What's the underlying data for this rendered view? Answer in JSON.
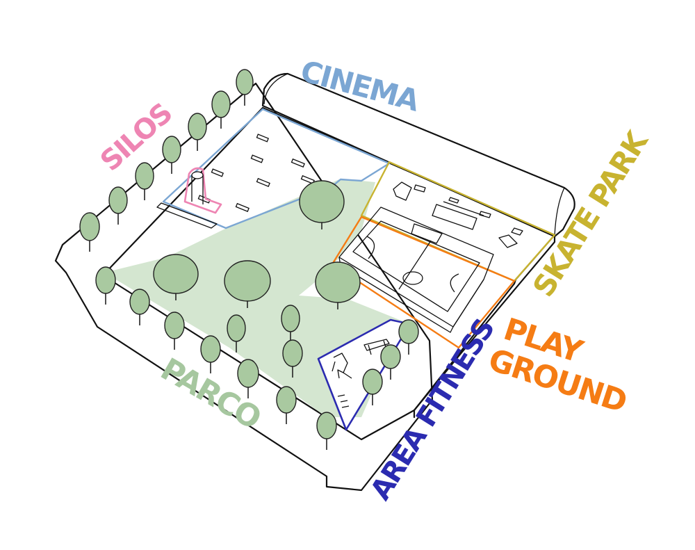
{
  "labels": {
    "cinema": "CINEMA",
    "silos": "SILOS",
    "skate_park": "SKATE PARK",
    "play_line1": "PLAY",
    "play_line2": "GROUND",
    "area_fitness": "AREA FITNESS",
    "parco": "PARCO"
  },
  "colors": {
    "cinema": "#7ba6d3",
    "silos": "#ee85b3",
    "skate_park": "#c8b330",
    "playground": "#f57c14",
    "area_fitness": "#2b2bb0",
    "parco": "#a6c79f",
    "park_fill": "#d4e6d0",
    "tree": "#a9c9a0"
  }
}
